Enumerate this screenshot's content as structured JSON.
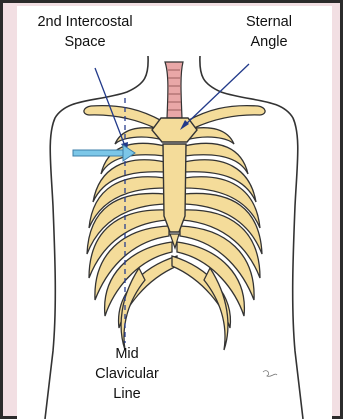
{
  "labels": {
    "intercostal": {
      "line1": "2nd Intercostal",
      "line2": "Space"
    },
    "sternal": {
      "line1": "Sternal",
      "line2": "Angle"
    },
    "midclavicular": {
      "line1": "Mid",
      "line2": "Clavicular",
      "line3": "Line"
    }
  },
  "colors": {
    "frame_background": "#f2dfe3",
    "bone": "#f4dc9a",
    "trachea": "#e9a7a7",
    "pointer_arrow": "#7cc7e8",
    "outline": "#222222"
  }
}
